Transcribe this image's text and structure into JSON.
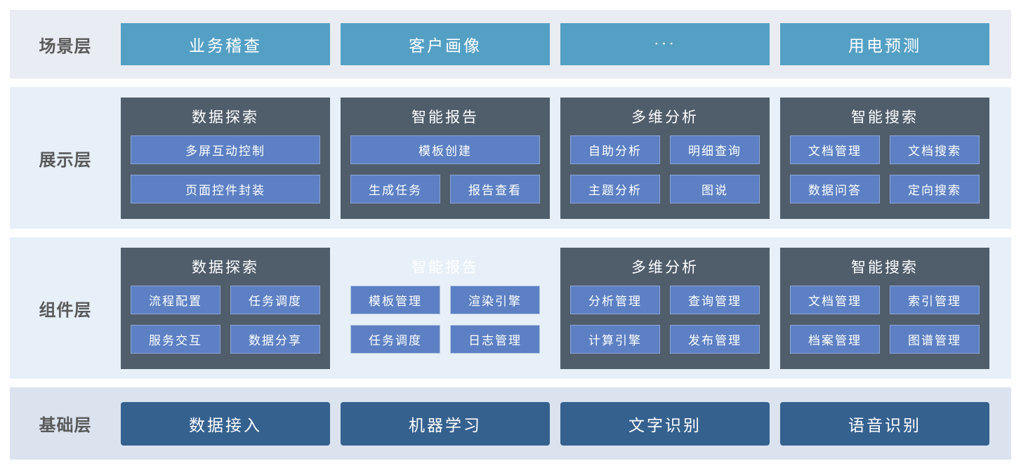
{
  "colors": {
    "scenario_box": "#54a0c5",
    "group_bg": "#505d6b",
    "item_box": "#5c80c3",
    "foundation_box": "#35618f",
    "row1_bg": "#e9ecf2",
    "row23_bg": "#e7f0f8",
    "row4_bg": "#dae3ee",
    "label_text": "#595959",
    "box_text": "#ffffff"
  },
  "rows": [
    {
      "id": "scenario",
      "label": "场景层",
      "kind": "boxes",
      "style": "scenario",
      "boxes": [
        "业务稽查",
        "客户画像",
        "···",
        "用电预测"
      ]
    },
    {
      "id": "presentation",
      "label": "展示层",
      "kind": "groups",
      "groups": [
        {
          "title": "数据探索",
          "variant": "dark",
          "items": [
            {
              "label": "多屏互动控制",
              "span": 2
            },
            {
              "label": "页面控件封装",
              "span": 2
            }
          ]
        },
        {
          "title": "智能报告",
          "variant": "dark",
          "items": [
            {
              "label": "模板创建",
              "span": 2
            },
            {
              "label": "生成任务",
              "span": 1
            },
            {
              "label": "报告查看",
              "span": 1
            }
          ]
        },
        {
          "title": "多维分析",
          "variant": "dark",
          "items": [
            {
              "label": "自助分析",
              "span": 1
            },
            {
              "label": "明细查询",
              "span": 1
            },
            {
              "label": "主题分析",
              "span": 1
            },
            {
              "label": "图说",
              "span": 1
            }
          ]
        },
        {
          "title": "智能搜索",
          "variant": "dark",
          "items": [
            {
              "label": "文档管理",
              "span": 1
            },
            {
              "label": "文档搜索",
              "span": 1
            },
            {
              "label": "数据问答",
              "span": 1
            },
            {
              "label": "定向搜索",
              "span": 1
            }
          ]
        }
      ]
    },
    {
      "id": "component",
      "label": "组件层",
      "kind": "groups",
      "groups": [
        {
          "title": "数据探索",
          "variant": "dark",
          "items": [
            {
              "label": "流程配置",
              "span": 1
            },
            {
              "label": "任务调度",
              "span": 1
            },
            {
              "label": "服务交互",
              "span": 1
            },
            {
              "label": "数据分享",
              "span": 1
            }
          ]
        },
        {
          "title": "智能报告",
          "variant": "light",
          "items": [
            {
              "label": "模板管理",
              "span": 1
            },
            {
              "label": "渲染引擎",
              "span": 1
            },
            {
              "label": "任务调度",
              "span": 1
            },
            {
              "label": "日志管理",
              "span": 1
            }
          ]
        },
        {
          "title": "多维分析",
          "variant": "dark",
          "items": [
            {
              "label": "分析管理",
              "span": 1
            },
            {
              "label": "查询管理",
              "span": 1
            },
            {
              "label": "计算引擎",
              "span": 1
            },
            {
              "label": "发布管理",
              "span": 1
            }
          ]
        },
        {
          "title": "智能搜索",
          "variant": "dark",
          "items": [
            {
              "label": "文档管理",
              "span": 1
            },
            {
              "label": "索引管理",
              "span": 1
            },
            {
              "label": "档案管理",
              "span": 1
            },
            {
              "label": "图谱管理",
              "span": 1
            }
          ]
        }
      ]
    },
    {
      "id": "foundation",
      "label": "基础层",
      "kind": "boxes",
      "style": "foundation",
      "boxes": [
        "数据接入",
        "机器学习",
        "文字识别",
        "语音识别"
      ]
    }
  ]
}
